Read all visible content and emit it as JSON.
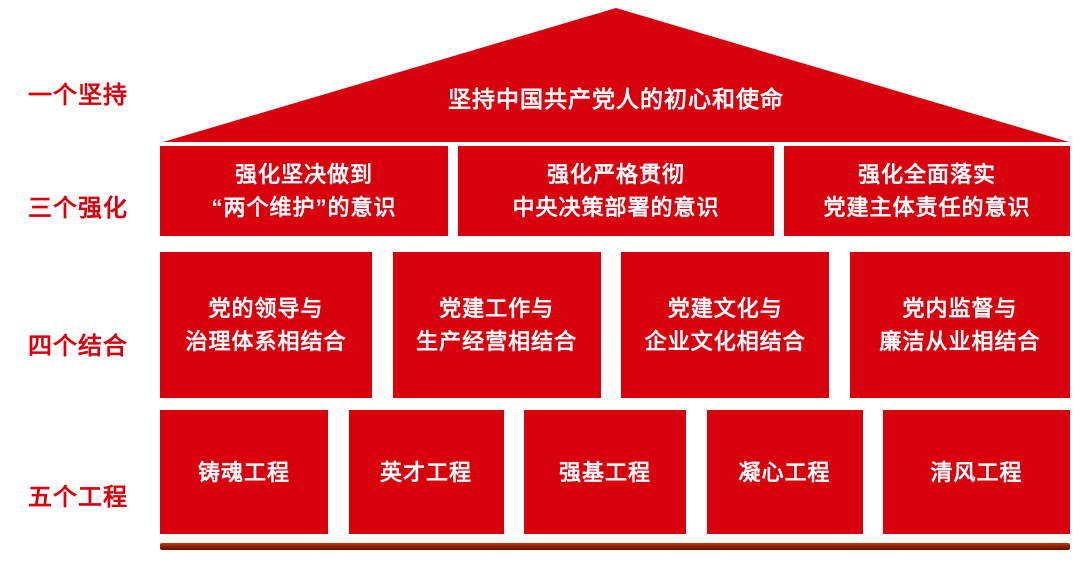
{
  "colors": {
    "primary_red": "#d9000d",
    "text_white": "#ffffff",
    "base_bar_dark": "#5f1400",
    "base_bar_light": "#c03a00"
  },
  "side_labels": [
    "一个坚持",
    "三个强化",
    "四个结合",
    "五个工程"
  ],
  "roof": {
    "text": "坚持中国共产党人的初心和使命"
  },
  "row_strengthen": [
    "强化坚决做到\n“两个维护”的意识",
    "强化严格贯彻\n中央决策部署的意识",
    "强化全面落实\n党建主体责任的意识"
  ],
  "row_combine": [
    "党的领导与\n治理体系相结合",
    "党建工作与\n生产经营相结合",
    "党建文化与\n企业文化相结合",
    "党内监督与\n廉洁从业相结合"
  ],
  "row_projects": [
    "铸魂工程",
    "英才工程",
    "强基工程",
    "凝心工程",
    "清风工程"
  ]
}
